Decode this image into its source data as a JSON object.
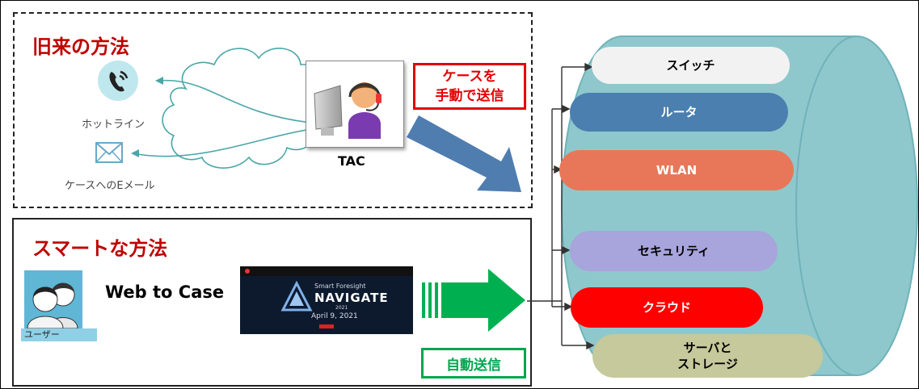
{
  "old_method": {
    "title": "旧来の方法",
    "hotline_label": "ホットライン",
    "email_label": "ケースへのEメール",
    "tac_label": "TAC",
    "manual_send": [
      "ケースを",
      "手動で送信"
    ]
  },
  "smart_method": {
    "title": "スマートな方法",
    "user_label": "ユーザー",
    "web_to_case": "Web to Case",
    "auto_send": "自動送信",
    "website": {
      "line1": "Smart Foresight",
      "line2": "NAVIGATE",
      "line3": "2021",
      "date": "April 9, 2021"
    }
  },
  "categories": [
    {
      "label": "スイッチ",
      "color": "#f2f2f2",
      "text_color": "#000000"
    },
    {
      "label": "ルータ",
      "color": "#4a7fb0",
      "text_color": "#ffffff"
    },
    {
      "label": "WLAN",
      "color": "#e8775a",
      "text_color": "#ffffff"
    },
    {
      "label": "セキュリティ",
      "color": "#a8a4dc",
      "text_color": "#000000"
    },
    {
      "label": "クラウド",
      "color": "#ff0000",
      "text_color": "#ffffff"
    },
    {
      "label": "サーバと\nストレージ",
      "color": "#c5c99b",
      "text_color": "#000000"
    }
  ],
  "colors": {
    "cylinder": "#8ec8cd",
    "cylinder_edge": "#6fb3b9",
    "section_title": "#c00000",
    "manual_border": "#e60000",
    "auto_border": "#00a650",
    "blue_arrow": "#4f7db0",
    "green_arrow": "#00b050",
    "cloud_stroke": "#4aa6a8"
  }
}
